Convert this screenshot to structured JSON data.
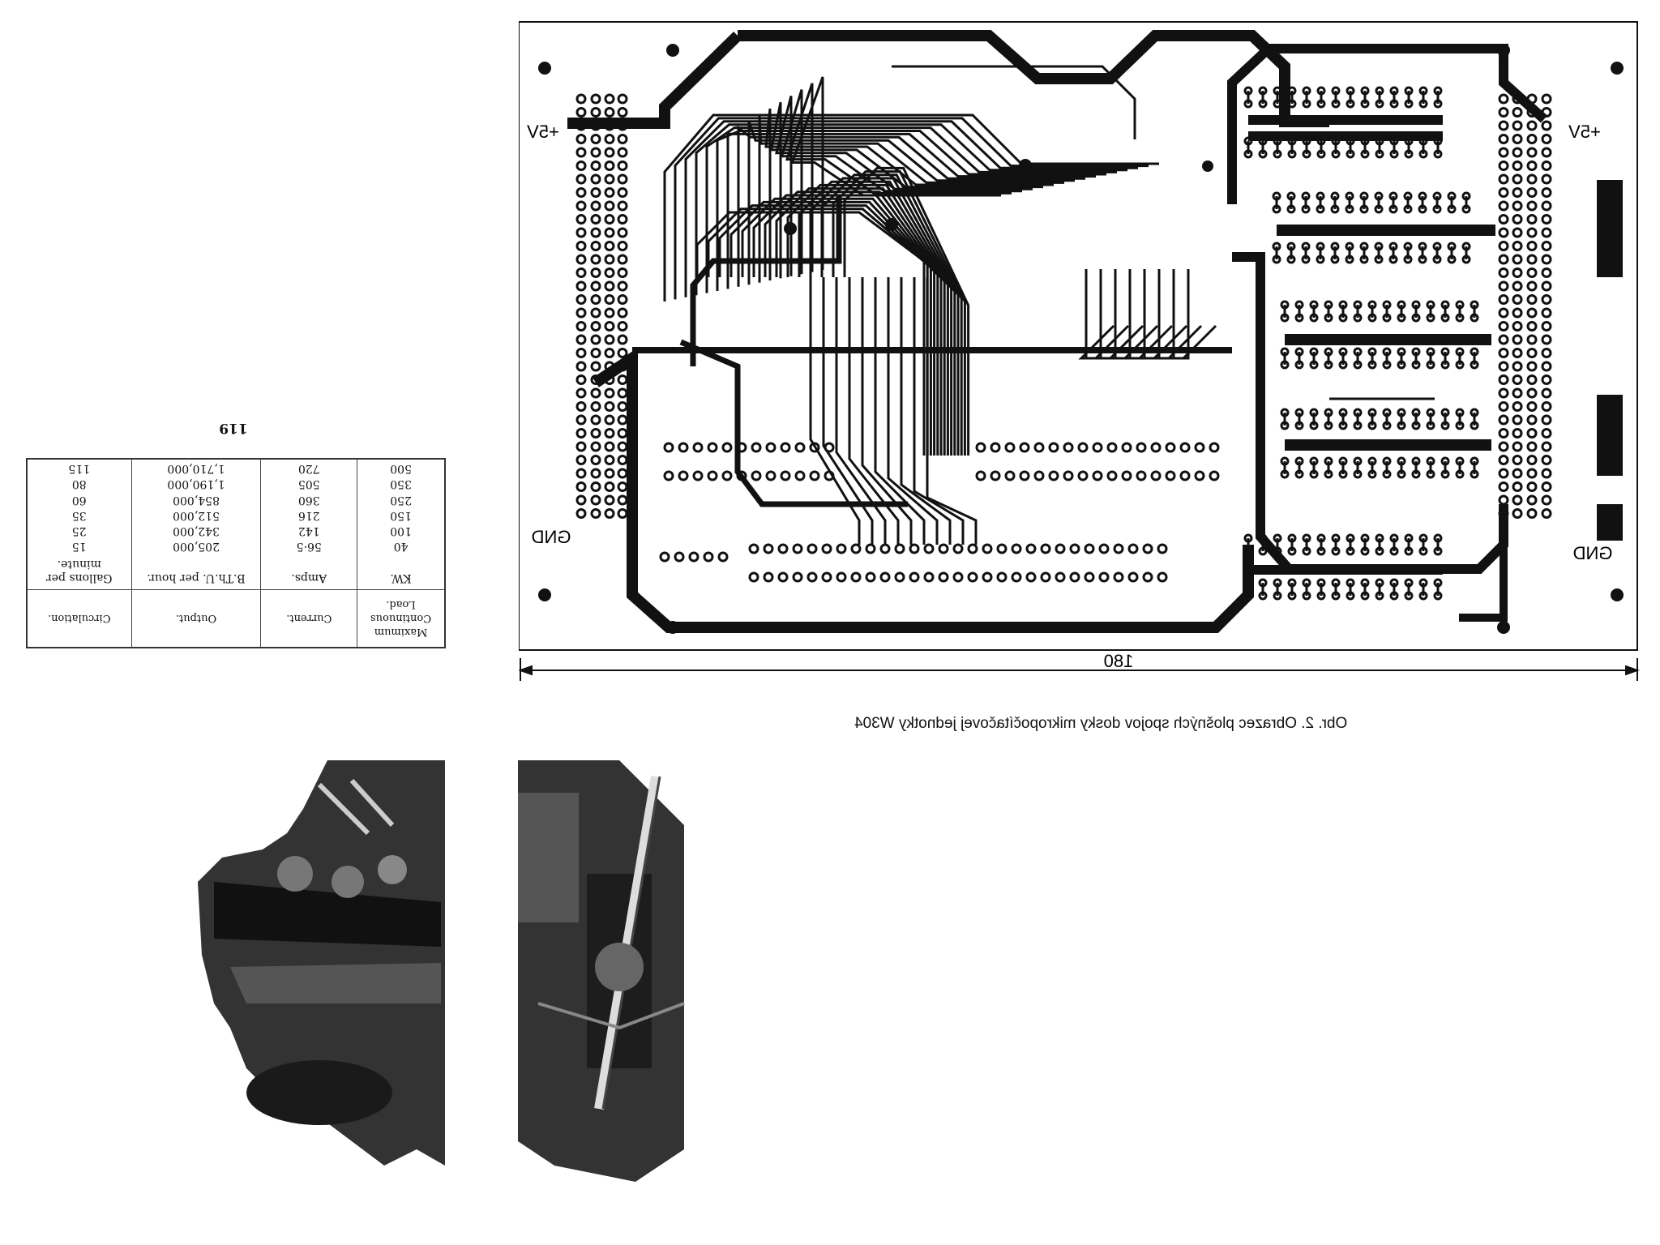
{
  "page": {
    "number": "119"
  },
  "table": {
    "headers": {
      "load": "Maximum Continuous Load.",
      "current": "Current.",
      "output": "Output.",
      "circulation": "Circulation."
    },
    "units": {
      "load": "KW.",
      "current": "Amps.",
      "output": "B.Th.U. per hour.",
      "circulation": "Gallons per minute."
    },
    "rows": [
      {
        "load": "40",
        "current": "56·5",
        "output": "205,000",
        "circulation": "15"
      },
      {
        "load": "100",
        "current": "142",
        "output": "342,000",
        "circulation": "25"
      },
      {
        "load": "150",
        "current": "216",
        "output": "512,000",
        "circulation": "35"
      },
      {
        "load": "250",
        "current": "360",
        "output": "854,000",
        "circulation": "60"
      },
      {
        "load": "350",
        "current": "505",
        "output": "1,190,000",
        "circulation": "80"
      },
      {
        "load": "500",
        "current": "720",
        "output": "1,710,000",
        "circulation": "115"
      }
    ]
  },
  "pcb": {
    "label_5v_left": "+5V",
    "label_5v_right": "+5V",
    "label_gnd_left": "GND",
    "label_gnd_right": "GND",
    "dimension": "180",
    "caption": "Obr. 2. Obrazec plošných spojov dosky mikropočítačovej jednotky W304"
  },
  "colors": {
    "ink": "#111111",
    "paper": "#ffffff"
  }
}
